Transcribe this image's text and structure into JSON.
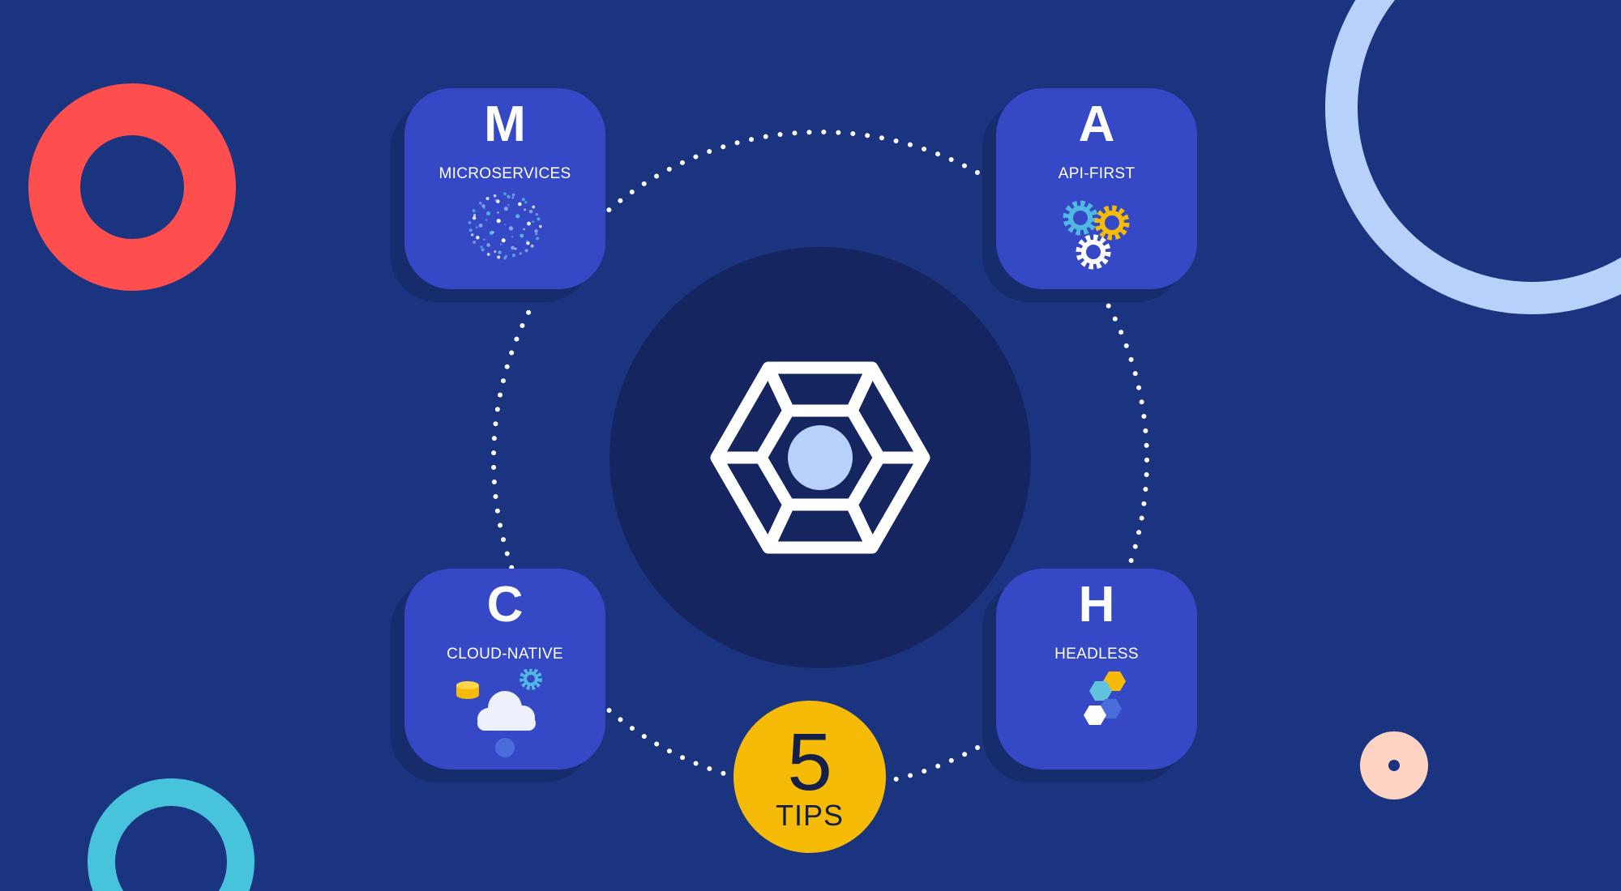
{
  "colors": {
    "background": "#1b3480",
    "card": "#3548c6",
    "card_shadow": "#172c6c",
    "center_circle": "#152560",
    "accent_yellow": "#f6bb06",
    "accent_red": "#ff4e4e",
    "accent_teal": "#47c3dc",
    "accent_light_blue": "#b7d1fb",
    "accent_peach": "#ffd3c4"
  },
  "center": {
    "icon": "hexagon-logo-icon"
  },
  "cards": {
    "microservices": {
      "letter": "M",
      "label": "MICROSERVICES",
      "icon": "particle-sphere-icon"
    },
    "api_first": {
      "letter": "A",
      "label": "API-FIRST",
      "icon": "gears-icon"
    },
    "cloud_native": {
      "letter": "C",
      "label": "CLOUD-NATIVE",
      "icon": "cloud-icon"
    },
    "headless": {
      "letter": "H",
      "label": "HEADLESS",
      "icon": "hexagon-cluster-icon"
    }
  },
  "badge": {
    "number": "5",
    "word": "TIPS"
  }
}
